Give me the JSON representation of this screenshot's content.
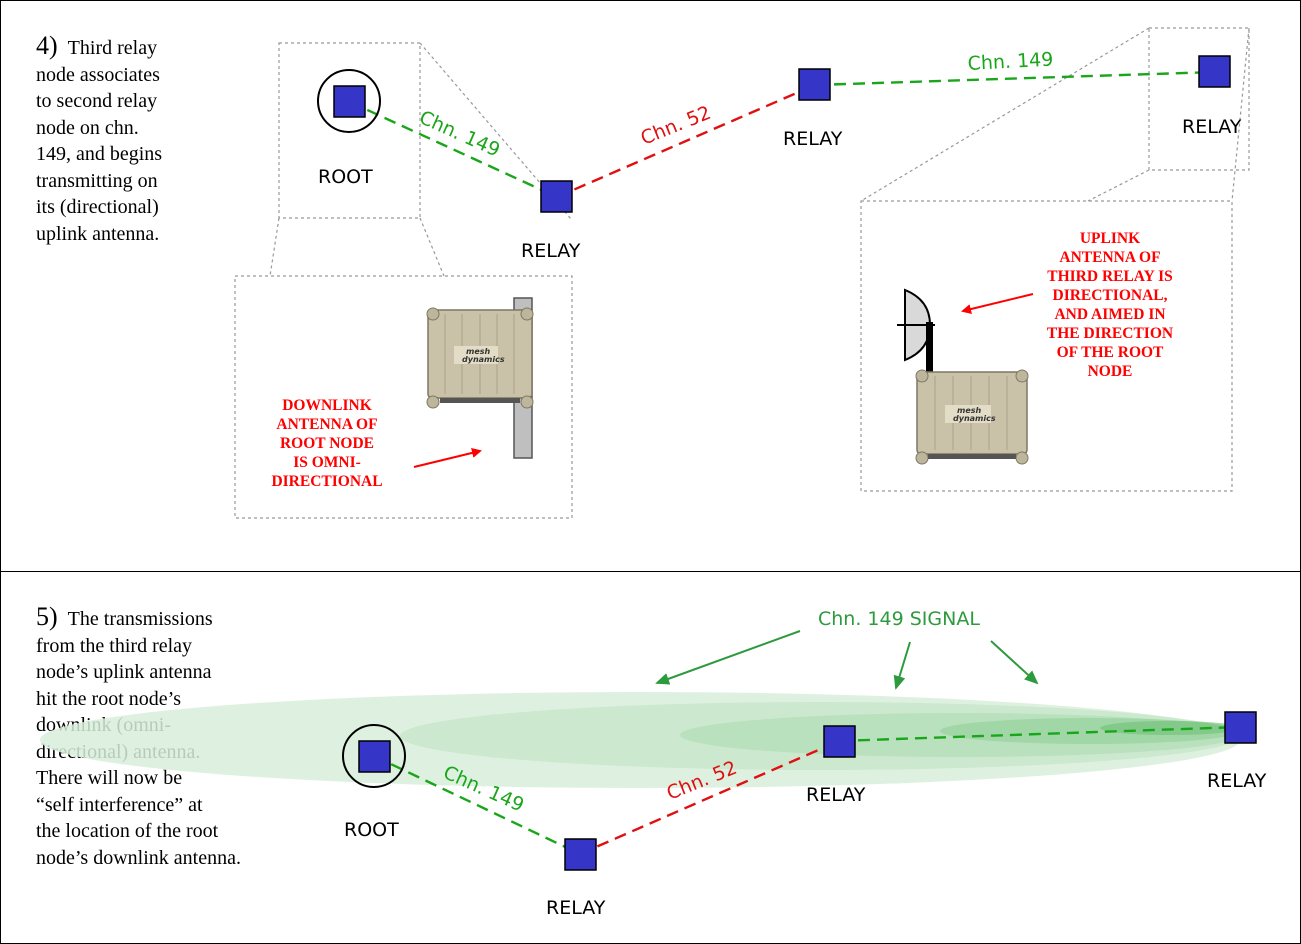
{
  "panel4": {
    "step_num": "4)",
    "description_lines": [
      "Third relay",
      "node associates",
      "to second relay",
      "node on chn.",
      "149, and begins",
      "transmitting on",
      "its (directional)",
      "uplink antenna."
    ],
    "root_label": "ROOT",
    "relay_label": "RELAY",
    "channel_149": "Chn. 149",
    "channel_52": "Chn. 52",
    "downlink_note_lines": [
      "DOWNLINK",
      "ANTENNA OF",
      "ROOT NODE",
      "IS OMNI-",
      "DIRECTIONAL"
    ],
    "uplink_note_lines": [
      "UPLINK",
      "ANTENNA OF",
      "THIRD RELAY IS",
      "DIRECTIONAL,",
      "AND AIMED IN",
      "THE DIRECTION",
      "OF THE ROOT",
      "NODE"
    ],
    "device_brand": [
      "mesh",
      "dynamics"
    ]
  },
  "panel5": {
    "step_num": "5)",
    "description_lines": [
      "The transmissions",
      "from the third relay",
      "node’s uplink antenna",
      "hit the root node’s",
      "downlink (omni-",
      "directional) antenna.",
      "There will now be",
      "“self interference” at",
      "the location of the root",
      "node’s downlink antenna."
    ],
    "root_label": "ROOT",
    "relay_label": "RELAY",
    "channel_149": "Chn. 149",
    "channel_52": "Chn. 52",
    "signal_label": "Chn. 149 SIGNAL"
  },
  "colors": {
    "node_fill": "#3535c8",
    "green_link": "#1aa61a",
    "red_link": "#e01010",
    "note_red": "#ff0000",
    "signal_green": "#2e9a3e"
  }
}
